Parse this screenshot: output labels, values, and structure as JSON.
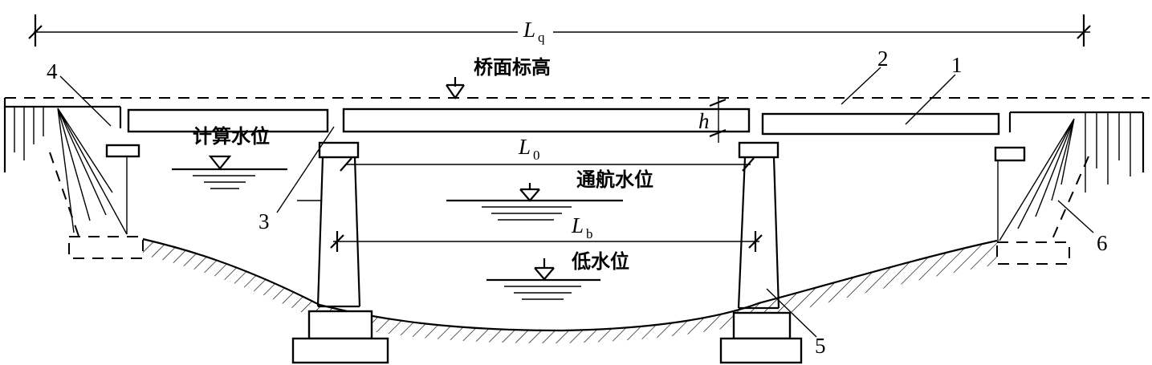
{
  "labels": {
    "deck_elevation": "桥面标高",
    "design_water_level": "计算水位",
    "navigation_water_level": "通航水位",
    "low_water_level": "低水位"
  },
  "dimensions": {
    "total_length": {
      "symbol": "L",
      "subscript": "q"
    },
    "clear_span": {
      "symbol": "L",
      "subscript": "0"
    },
    "span": {
      "symbol": "L",
      "subscript": "b"
    },
    "girder_height": {
      "symbol": "h"
    }
  },
  "callouts": [
    "1",
    "2",
    "3",
    "4",
    "5",
    "6"
  ]
}
